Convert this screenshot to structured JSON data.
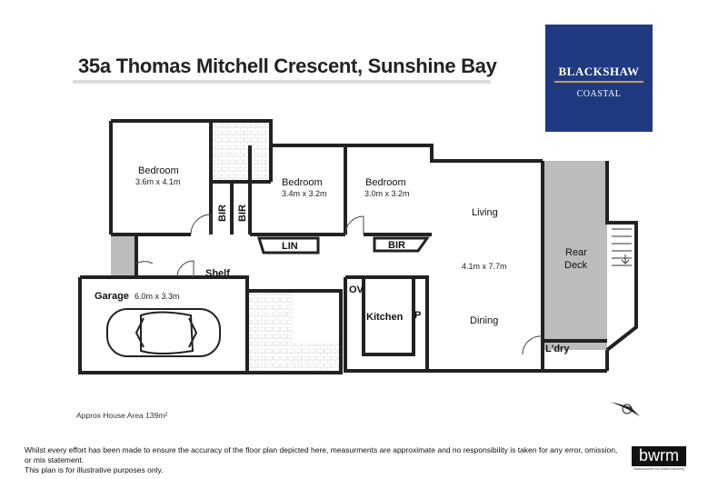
{
  "title": "35a Thomas Mitchell Crescent, Sunshine Bay",
  "logo": {
    "name": "BLACKSHAW",
    "sub": "COASTAL",
    "color": "#1f3a80",
    "accent": "#c9a04a"
  },
  "rooms": {
    "bedroom1": {
      "label": "Bedroom",
      "dims": "3.6m x 4.1m"
    },
    "bedroom2": {
      "label": "Bedroom",
      "dims": "3.4m x 3.2m"
    },
    "bedroom3": {
      "label": "Bedroom",
      "dims": "3.0m x 3.2m"
    },
    "bir1": "BIR",
    "bir2": "BIR",
    "bir3": "BIR",
    "lin": "LIN",
    "living": "Living",
    "living_dims": "4.1m x 7.7m",
    "dining": "Dining",
    "rear_deck": [
      "Rear",
      "Deck"
    ],
    "kitchen": "Kitchen",
    "ov": "OV",
    "p": "P",
    "laundry": "L'dry",
    "garage": {
      "label": "Garage",
      "dims": "6.0m x 3.3m"
    },
    "shelf": "Shelf"
  },
  "area": "Approx House Area 139m²",
  "disclaimer": [
    "Whilst every effort has been made to ensure the accuracy of the floor plan depicted here, measurments are approximate and no responsibility is taken for any error, omission, or mis statement.",
    "This plan is for illustrative purposes only."
  ],
  "bwrm_logo": {
    "name": "bwrm",
    "sub": "blackandwhite real estate marketing"
  }
}
